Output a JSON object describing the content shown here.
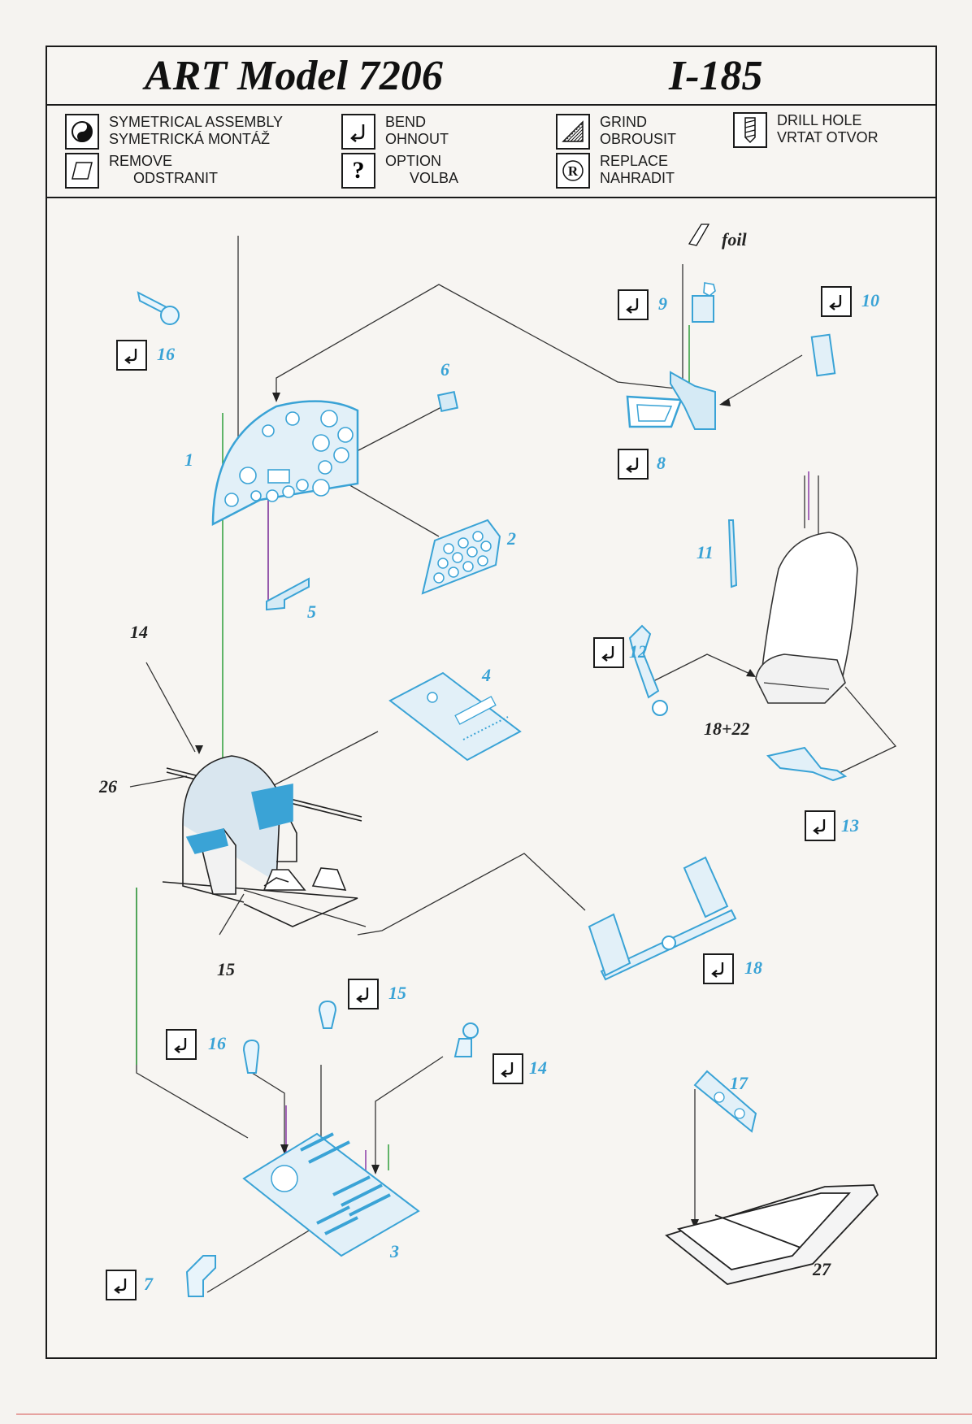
{
  "title": {
    "left": "ART Model 7206",
    "right": "I-185"
  },
  "legend": [
    {
      "icon": "yin-yang-icon",
      "line1": "SYMETRICAL ASSEMBLY",
      "line2": "SYMETRICKÁ MONTÁŽ"
    },
    {
      "icon": "bend-icon",
      "line1": "BEND",
      "line2": "OHNOUT"
    },
    {
      "icon": "grind-icon",
      "line1": "GRIND",
      "line2": "OBROUSIT"
    },
    {
      "icon": "drill-icon",
      "line1": "DRILL HOLE",
      "line2": "VRTAT OTVOR"
    },
    {
      "icon": "remove-icon",
      "line1": "REMOVE",
      "line2": "ODSTRANIT"
    },
    {
      "icon": "question-icon",
      "line1": "OPTION",
      "line2": "VOLBA",
      "glyph": "?"
    },
    {
      "icon": "replace-icon",
      "line1": "REPLACE",
      "line2": "NAHRADIT",
      "glyph": "R"
    }
  ],
  "foil_label": "foil",
  "parts": {
    "p1": "1",
    "p2": "2",
    "p3": "3",
    "p4": "4",
    "p5": "5",
    "p6": "6",
    "p7": "7",
    "p8": "8",
    "p9": "9",
    "p10": "10",
    "p11": "11",
    "p12": "12",
    "p13": "13",
    "p14": "14",
    "p15": "15",
    "p16": "16",
    "p17": "17",
    "p18": "18",
    "p18_22": "18+22",
    "p27": "27",
    "p14b": "14",
    "p15b": "15",
    "p16b": "16",
    "p26": "26"
  },
  "colors": {
    "etch": "#3aa3d6",
    "ink": "#222222",
    "guide_green": "#2f9e3a",
    "guide_purple": "#8a3aa8"
  }
}
